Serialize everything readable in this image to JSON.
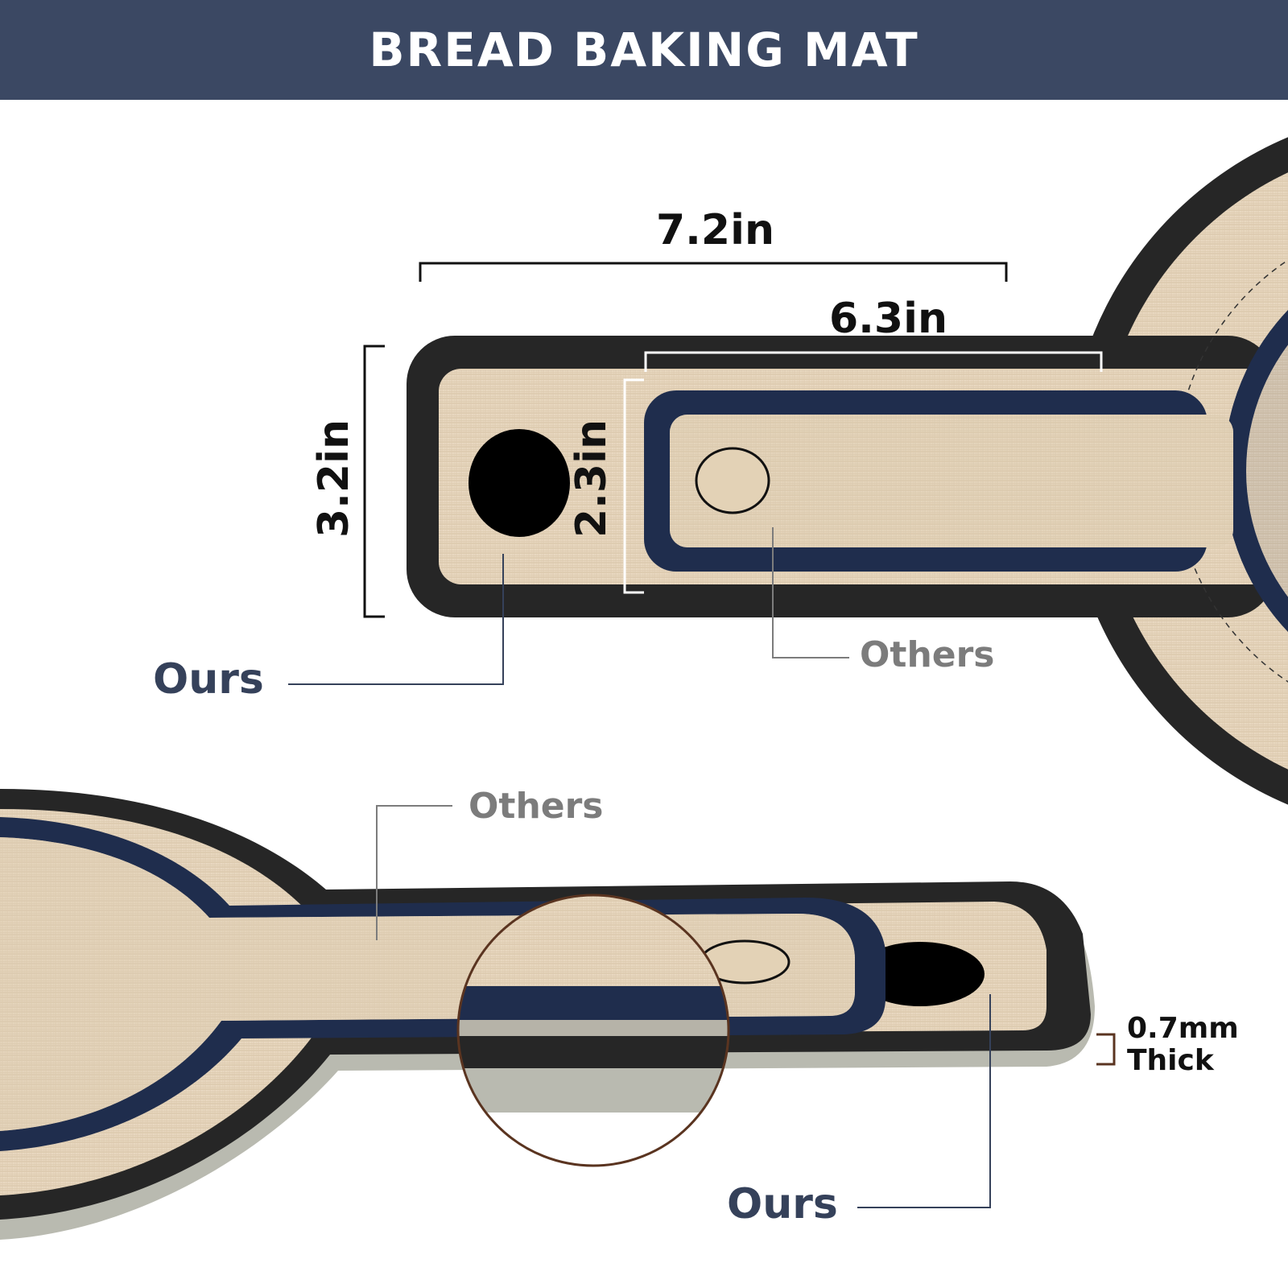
{
  "header": {
    "title": "BREAD BAKING MAT"
  },
  "colors": {
    "header_bg": "#3b4863",
    "mat_border": "#262626",
    "mat_fabric": "#e8d8c0",
    "inner_border": "#1f2d4d",
    "ours_text": "#35415a",
    "others_text": "#7c7c7c",
    "zoom_ring": "#5a3420"
  },
  "dimensions": {
    "outer_length": "7.2in",
    "inner_length": "6.3in",
    "outer_width": "3.2in",
    "inner_width": "2.3in",
    "thickness_value": "0.7mm",
    "thickness_label": "Thick"
  },
  "callouts": {
    "top_ours": "Ours",
    "top_others": "Others",
    "bottom_others": "Others",
    "bottom_ours": "Ours"
  }
}
